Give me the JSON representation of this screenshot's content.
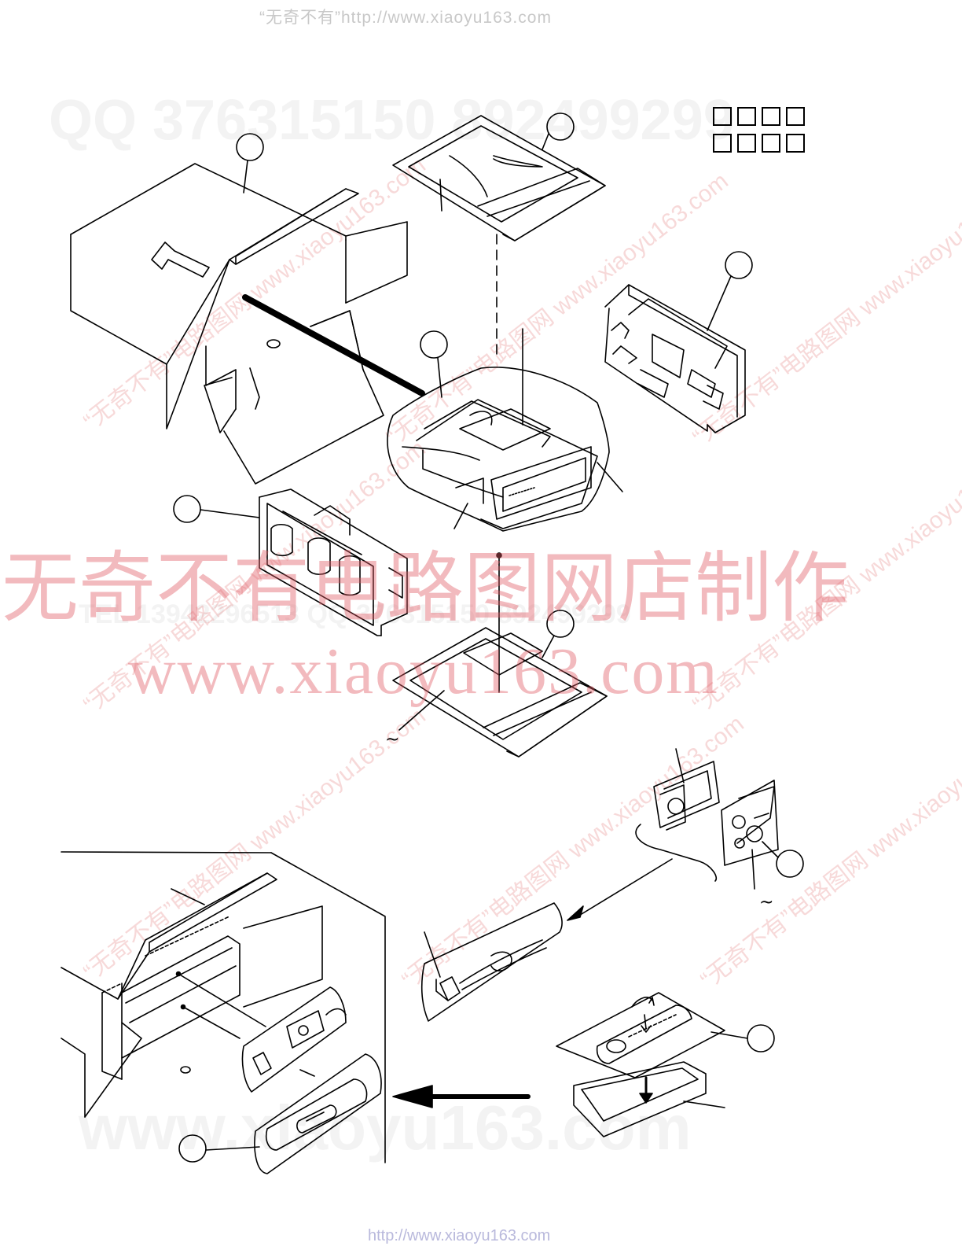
{
  "header": {
    "url_text": "“无奇不有”http://www.xiaoyu163.com"
  },
  "footer": {
    "url_text": "http://www.xiaoyu163.com"
  },
  "watermarks": {
    "cn_big": "无奇不有电路图网店制作",
    "url_big": "www.xiaoyu163.com",
    "qq_line": "QQ 376315150  892499299",
    "tel_line": "TEL 13942296513  QQ 376315150  892499299",
    "www_bottom": "www.xiaoyu163.com",
    "diag_text": "“无奇不有”电路图网 www.xiaoyu163.com"
  },
  "colors": {
    "watermark_red": "#e15a64",
    "line": "#000000"
  },
  "tilde_a": "~",
  "tilde_b": "~"
}
